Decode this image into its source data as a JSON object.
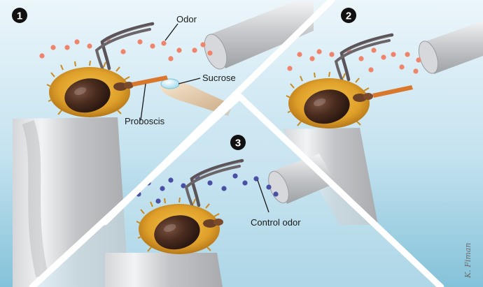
{
  "panels": [
    {
      "number": "1",
      "labels": {
        "odor": "Odor",
        "sucrose": "Sucrose",
        "proboscis": "Proboscis"
      }
    },
    {
      "number": "2"
    },
    {
      "number": "3",
      "labels": {
        "control_odor": "Control odor"
      }
    }
  ],
  "signature": "K. Fiman",
  "colors": {
    "odor_dots": "#f0846a",
    "control_dots": "#4a4fa6",
    "background_top": "#e8f4fa",
    "background_bottom": "#8cc6dc",
    "bee_fur": "#e3a62a",
    "bee_eye": "#3a2318",
    "proboscis": "#d9782c",
    "tube": "#c4c6c9",
    "divider": "#ffffff"
  },
  "icons": {
    "numbers": "black-circle-number",
    "odor_source": "tube-icon",
    "sucrose": "droplet-icon"
  }
}
